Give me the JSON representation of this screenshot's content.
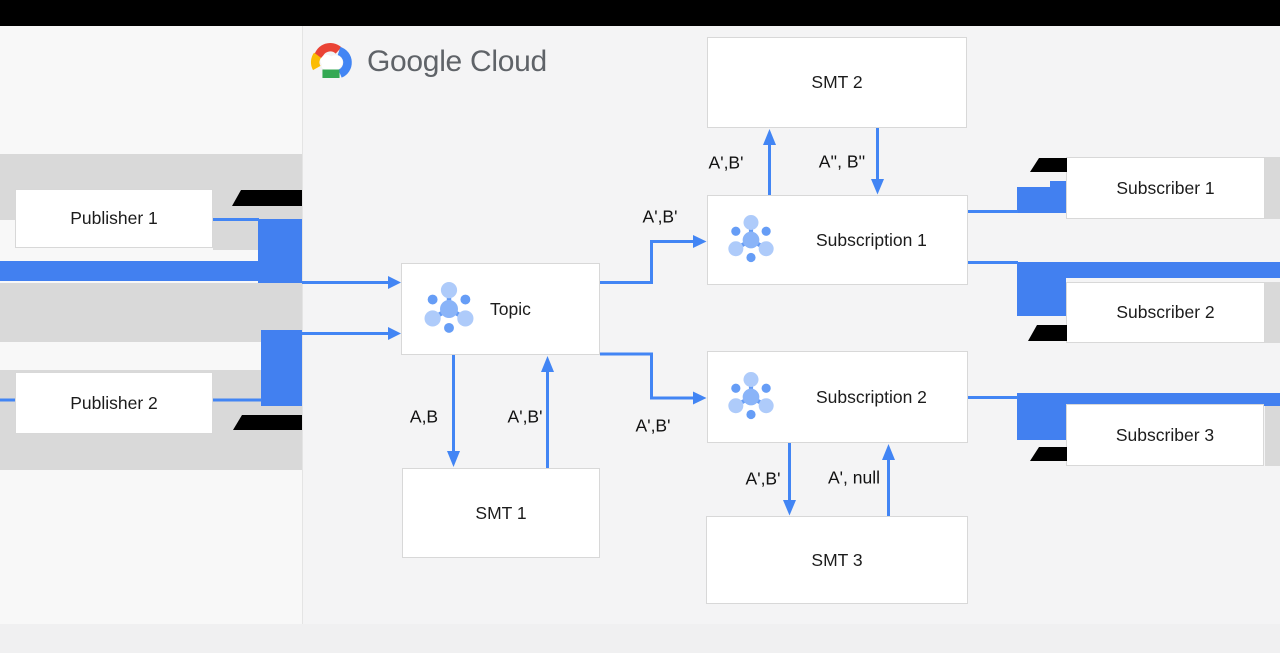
{
  "logo": {
    "text": "Google Cloud"
  },
  "nodes": {
    "publisher1": "Publisher 1",
    "publisher2": "Publisher 2",
    "topic": "Topic",
    "smt1": "SMT 1",
    "smt2": "SMT 2",
    "smt3": "SMT 3",
    "subscription1": "Subscription 1",
    "subscription2": "Subscription 2",
    "subscriber1": "Subscriber 1",
    "subscriber2": "Subscriber 2",
    "subscriber3": "Subscriber 3"
  },
  "edges": {
    "topic_to_smt1": "A,B",
    "smt1_to_topic": "A',B'",
    "topic_to_subscription1": "A',B'",
    "topic_to_subscription2": "A',B'",
    "subscription1_to_smt2": "A',B'",
    "smt2_to_subscription1": "A'', B''",
    "subscription2_to_smt3": "A',B'",
    "smt3_to_subscription2": "A', null"
  },
  "colors": {
    "arrow_blue": "#4285f4",
    "bar_blue": "#4280f0",
    "icon_light_blue": "#aecbfa",
    "icon_medium_blue": "#669df6",
    "logo_text_gray": "#5f6368"
  }
}
